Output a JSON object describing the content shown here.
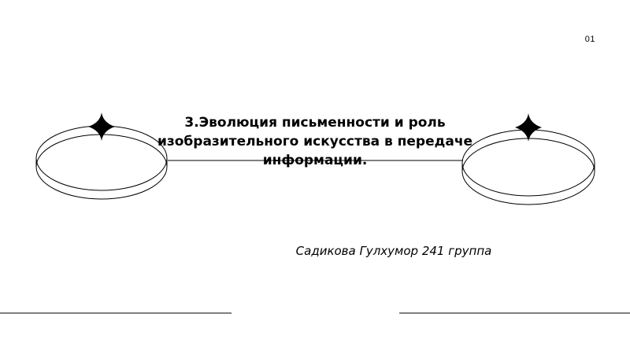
{
  "slide": {
    "page_number": "01",
    "title": "3.Эволюция письменности и роль изобразительного искусства в передаче информации.",
    "author": "Садикова Гулхумор 241 группа"
  },
  "decor": {
    "left_icon": "four-point-star-icon",
    "right_icon": "four-point-star-icon",
    "line_color": "#000000"
  }
}
